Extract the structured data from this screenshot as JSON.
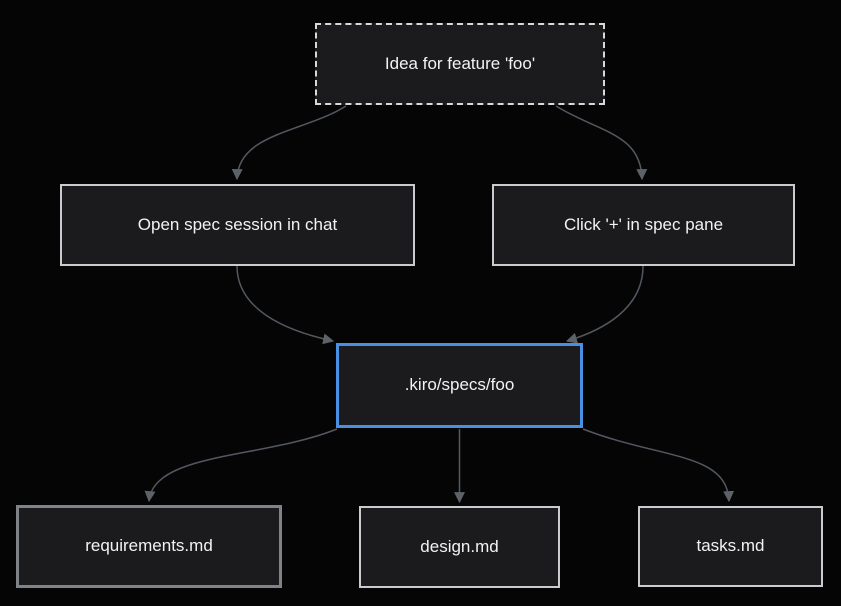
{
  "diagram": {
    "type": "flowchart",
    "direction": "top-down",
    "colors": {
      "background": "#050505",
      "node_fill": "#1b1b1d",
      "node_border_default": "#c9cbce",
      "node_border_dashed": "#d8d8d8",
      "node_border_emphasis": "#7f8287",
      "highlight_border": "#4a90e2",
      "text": "#f2f2f2",
      "edge": "#535860",
      "arrowhead": "#5d6269"
    },
    "nodes": [
      {
        "id": "idea",
        "label": "Idea for feature 'foo'",
        "style": "dashed"
      },
      {
        "id": "chat",
        "label": "Open spec session in chat",
        "style": "default"
      },
      {
        "id": "plus",
        "label": "Click '+' in spec pane",
        "style": "default"
      },
      {
        "id": "kiro",
        "label": ".kiro/specs/foo",
        "style": "highlight"
      },
      {
        "id": "requirements",
        "label": "requirements.md",
        "style": "emphasis"
      },
      {
        "id": "design",
        "label": "design.md",
        "style": "default"
      },
      {
        "id": "tasks",
        "label": "tasks.md",
        "style": "default"
      }
    ],
    "edges": [
      {
        "from": "idea",
        "to": "chat"
      },
      {
        "from": "idea",
        "to": "plus"
      },
      {
        "from": "chat",
        "to": "kiro"
      },
      {
        "from": "plus",
        "to": "kiro"
      },
      {
        "from": "kiro",
        "to": "requirements"
      },
      {
        "from": "kiro",
        "to": "design"
      },
      {
        "from": "kiro",
        "to": "tasks"
      }
    ]
  }
}
